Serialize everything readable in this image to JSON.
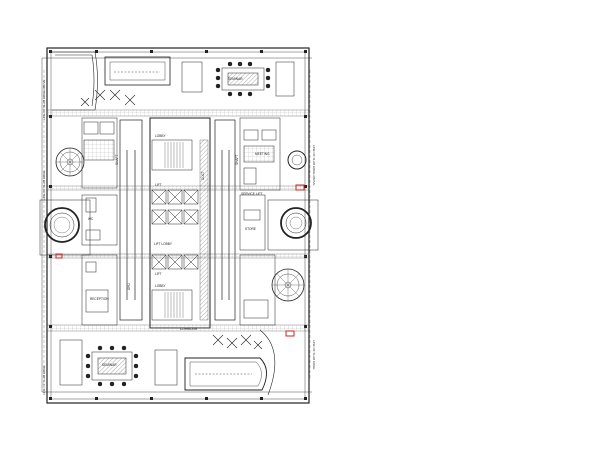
{
  "labels": {
    "bottom_right_room": "SEMINAR",
    "top_right_room": "SEMINAR",
    "meeting_room": "MEETING",
    "reception": "RECEPTION",
    "lobby_left": "LOBBY",
    "lobby_right": "LOBBY",
    "lift_lobby": "LIFT LOBBY",
    "duct": "DUCT",
    "lift_top": "LIFT",
    "lift_bottom": "LIFT",
    "service_lift": "SERVICE LIFT",
    "shaft_left": "SHAFT",
    "shaft_right": "SHAFT",
    "wc": "WC",
    "store": "STORE",
    "ahu": "AHU",
    "corridor": "CORRIDOR",
    "edge_left_top": "LINE OF SLAB EDGE ABOVE",
    "edge_left_mid": "LINE OF SLAB EDGE",
    "edge_left_bottom": "LINE OF SLAB EDGE",
    "edge_right_top": "LINE OF SLAB EDGE ABOVE",
    "edge_right_bottom": "LINE OF SLAB EDGE"
  },
  "colors": {
    "line": "#222222",
    "hatch": "#555555",
    "accent_red": "#cc2222",
    "background": "#ffffff"
  }
}
